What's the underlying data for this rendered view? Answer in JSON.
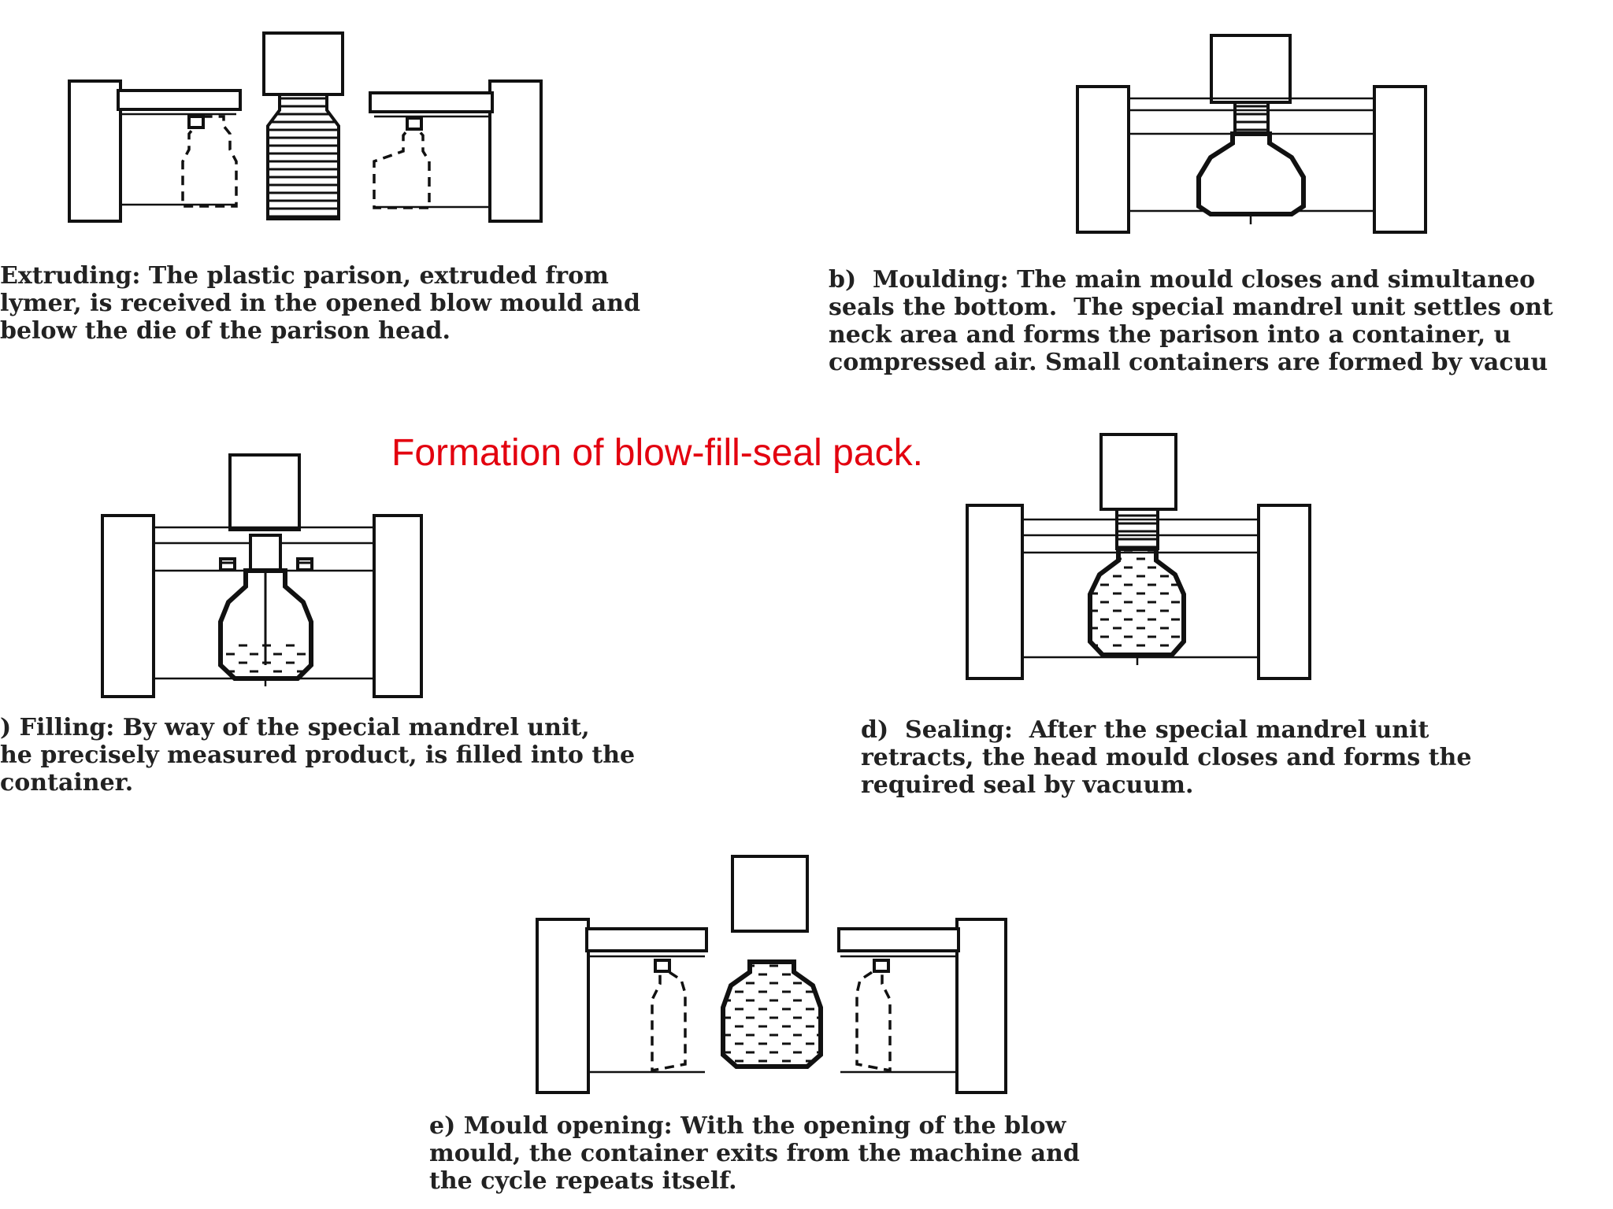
{
  "title": "Formation of blow-fill-seal pack.",
  "steps": [
    {
      "id": "a",
      "lines": [
        "Extruding: The plastic parison, extruded from",
        "lymer, is received in the opened blow mould and",
        "below the die of the parison head."
      ]
    },
    {
      "id": "b",
      "lines": [
        "b)  Moulding: The main mould closes and simultaneo",
        "seals the bottom.  The special mandrel unit settles ont",
        "neck area and forms the parison into a container, u",
        "compressed air. Small containers are formed by vacuu"
      ]
    },
    {
      "id": "c",
      "lines": [
        ") Filling: By way of the special mandrel unit,",
        "he precisely measured product, is filled into the",
        "container."
      ]
    },
    {
      "id": "d",
      "lines": [
        "d)  Sealing:  After the special mandrel unit",
        "retracts, the head mould closes and forms the",
        "required seal by vacuum."
      ]
    },
    {
      "id": "e",
      "lines": [
        "e) Mould opening: With the opening of the blow",
        "mould, the container exits from the machine and",
        "the cycle repeats itself."
      ]
    }
  ]
}
